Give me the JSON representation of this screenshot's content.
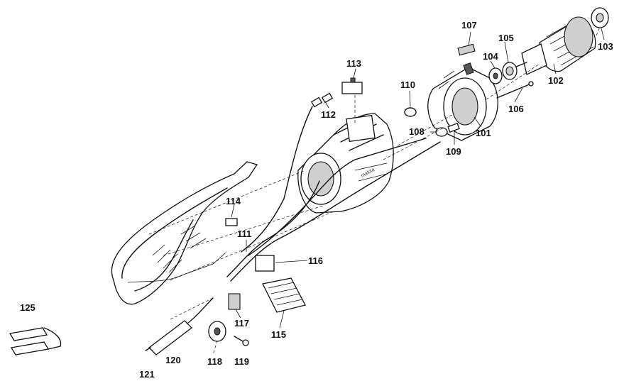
{
  "parts": [
    {
      "id": "101",
      "label": "101"
    },
    {
      "id": "102",
      "label": "102"
    },
    {
      "id": "103",
      "label": "103"
    },
    {
      "id": "104",
      "label": "104"
    },
    {
      "id": "105",
      "label": "105"
    },
    {
      "id": "106",
      "label": "106"
    },
    {
      "id": "107",
      "label": "107"
    },
    {
      "id": "108",
      "label": "108"
    },
    {
      "id": "109",
      "label": "109"
    },
    {
      "id": "110",
      "label": "110"
    },
    {
      "id": "111",
      "label": "111"
    },
    {
      "id": "112",
      "label": "112"
    },
    {
      "id": "113",
      "label": "113"
    },
    {
      "id": "114",
      "label": "114"
    },
    {
      "id": "115",
      "label": "115"
    },
    {
      "id": "116",
      "label": "116"
    },
    {
      "id": "117",
      "label": "117"
    },
    {
      "id": "118",
      "label": "118"
    },
    {
      "id": "119",
      "label": "119"
    },
    {
      "id": "120",
      "label": "120"
    },
    {
      "id": "121",
      "label": "121"
    },
    {
      "id": "125",
      "label": "125"
    }
  ]
}
